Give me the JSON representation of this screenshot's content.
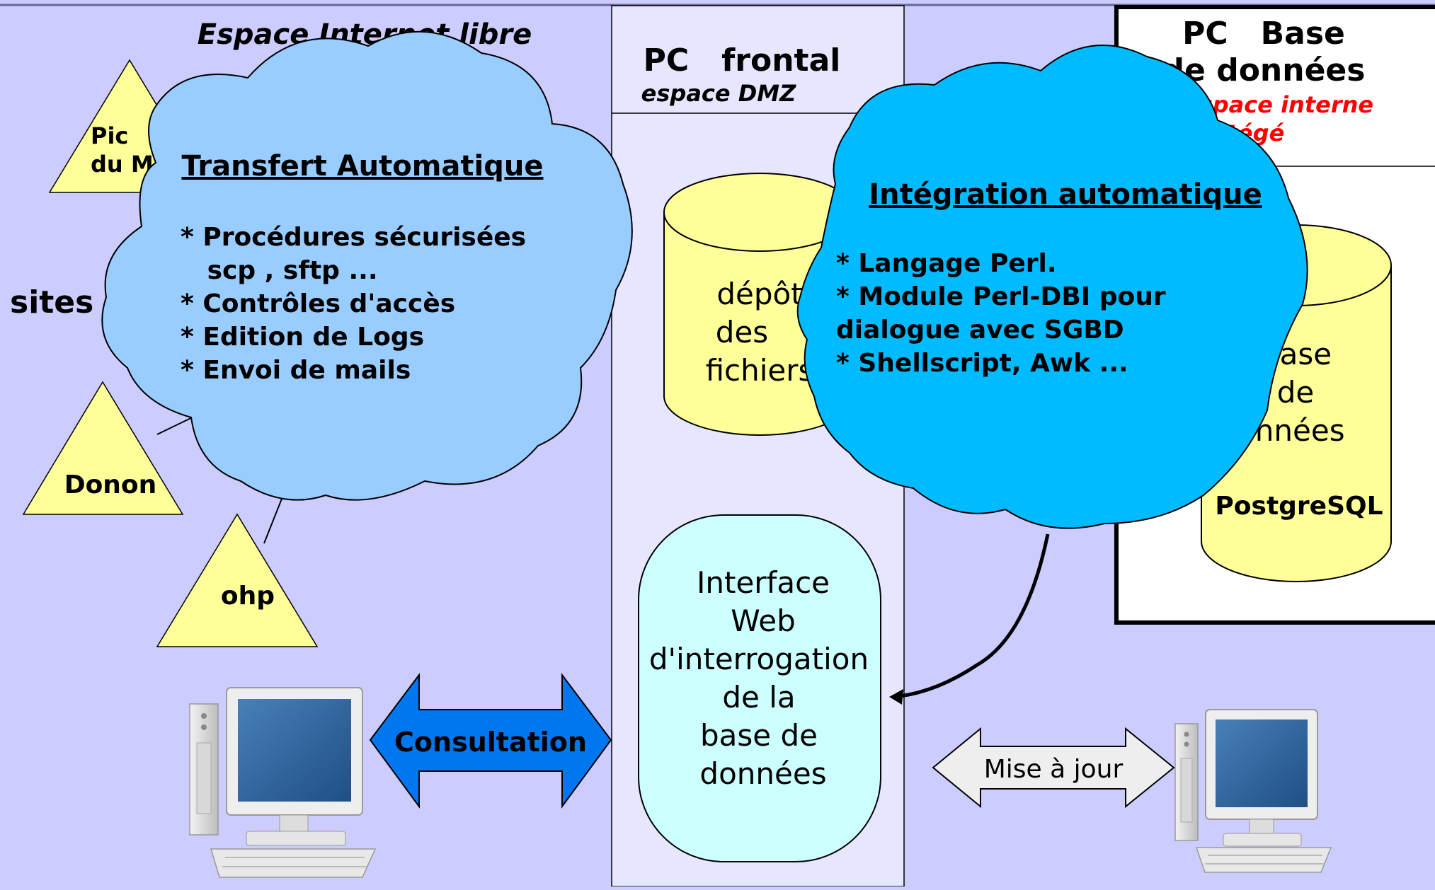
{
  "zones": {
    "internet": {
      "title": "Espace Internet libre",
      "sites_label": "sites",
      "sites": [
        "Pic",
        "du Midi",
        "Donon",
        "ohp"
      ]
    },
    "dmz": {
      "title": "PC   frontal",
      "subtitle": "espace DMZ",
      "depot": [
        "dépôt",
        "des",
        "fichiers"
      ],
      "interface": [
        "Interface",
        "Web",
        "d'interrogation",
        "de la",
        "base de",
        "données"
      ]
    },
    "internal": {
      "title_1": "PC   Base",
      "title_2": "de données",
      "subtitle_1": "espace interne",
      "subtitle_2": "protégé",
      "database": [
        "Base",
        "de",
        "données",
        "",
        "PostgreSQL"
      ]
    }
  },
  "clouds": {
    "transfer": {
      "title": "Transfert Automatique",
      "lines": [
        "* Procédures sécurisées",
        "   scp , sftp ...",
        "* Contrôles d'accès",
        "* Edition de Logs",
        "* Envoi de mails"
      ]
    },
    "integration": {
      "title": "Intégration automatique",
      "lines": [
        "* Langage Perl.",
        "* Module Perl-DBI pour",
        "dialogue avec SGBD",
        "* Shellscript, Awk ..."
      ]
    }
  },
  "arrows": {
    "consultation": "Consultation",
    "update": "Mise à jour"
  },
  "colors": {
    "background": "#ccccff",
    "dmz_band": "#e6e6ff",
    "internal_box": "#ffffff",
    "triangle_fill": "#ffff99",
    "cylinder_fill": "#ffff99",
    "cloud_transfer": "#99ccff",
    "cloud_integration": "#00bbff",
    "interface_fill": "#ccffff",
    "consultation_arrow": "#0077ee",
    "update_arrow": "#eeeeee",
    "protected_text": "#ff0000"
  }
}
